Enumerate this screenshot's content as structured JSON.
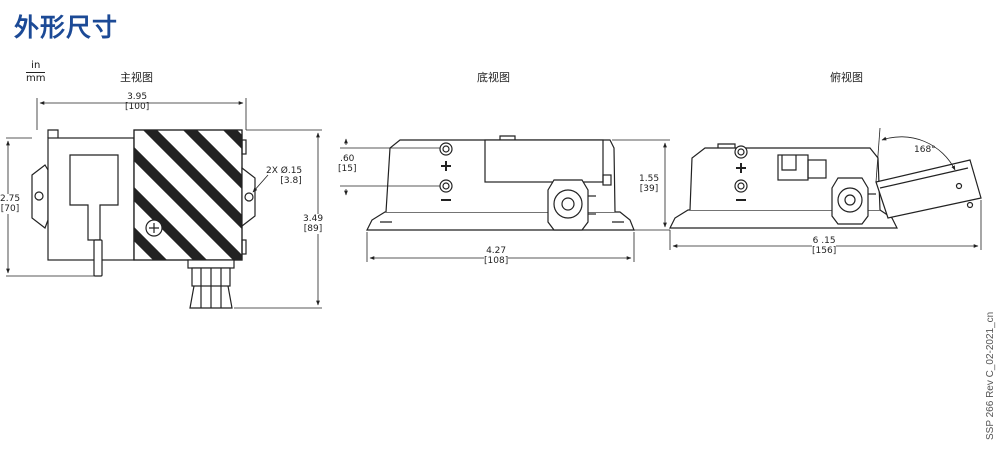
{
  "title": "外形尺寸",
  "units": {
    "top": "in",
    "bottom": "mm"
  },
  "views": {
    "main": {
      "label": "主视图",
      "width": {
        "in": "3.95",
        "mm": "[100]"
      },
      "height_left": {
        "in": "2.75",
        "mm": "[70]"
      },
      "height_right": {
        "in": "3.49",
        "mm": "[89]"
      },
      "hole": {
        "in": "2X Ø.15",
        "mm": "[3.8]"
      }
    },
    "bottom": {
      "label": "底视图",
      "offset": {
        "in": ".60",
        "mm": "[15]"
      },
      "height": {
        "in": "1.55",
        "mm": "[39]"
      },
      "width": {
        "in": "4.27",
        "mm": "[108]"
      },
      "plus": "+",
      "minus": "−"
    },
    "top": {
      "label": "俯视图",
      "angle": "168°",
      "width": {
        "in": "6 .15",
        "mm": "[156]"
      },
      "plus": "+",
      "minus": "−"
    }
  },
  "doc_ref": "SSP 266 Rev C_02-2021_cn"
}
